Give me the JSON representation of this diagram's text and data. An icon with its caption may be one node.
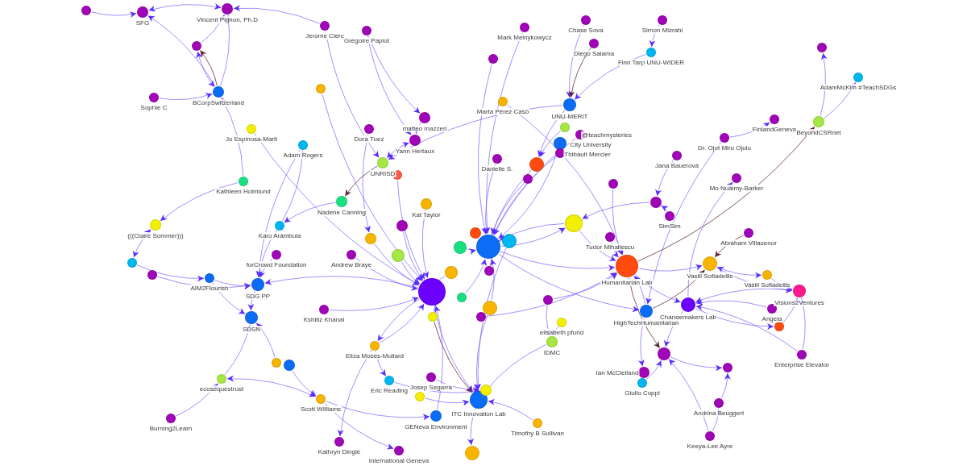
{
  "diagram": {
    "nodes": [
      {
        "text": [],
        "shape": "circle"
      },
      {
        "text": [],
        "shape": "circle",
        "beside": [
          "SFG"
        ]
      },
      {
        "text": [],
        "shape": "circle",
        "beside": [
          "Vincent Pignon, Ph.D"
        ]
      },
      {
        "text": [],
        "shape": "circle",
        "beside": [
          "Jerome Clerc"
        ]
      },
      {
        "text": [],
        "shape": "circle",
        "beside": [
          "Grégoire Papiot"
        ]
      },
      {
        "text": [],
        "shape": "circle"
      },
      {
        "text": [],
        "shape": "circle",
        "beside": [
          "Sophie C"
        ]
      },
      {
        "text": [],
        "shape": "circle",
        "beside": [
          "BCorpSwitzerland"
        ]
      },
      {
        "text": [],
        "shape": "circle"
      },
      {
        "text": [],
        "shape": "circle",
        "beside": [
          "Jo Espinosa-Marti"
        ]
      },
      {
        "text": [],
        "shape": "circle",
        "beside": [
          "Adam Rogers"
        ]
      },
      {
        "text": [],
        "shape": "circle",
        "beside": [
          "Kathleen Holmlund"
        ]
      },
      {
        "text": [],
        "shape": "circle",
        "beside": [
          "(((Claire Sommer)))"
        ]
      },
      {
        "text": [],
        "shape": "circle",
        "beside": [
          "Karo Arámbula"
        ]
      },
      {
        "text": [],
        "shape": "circle",
        "beside": [
          "Dora Tuez"
        ]
      },
      {
        "text": [],
        "shape": "circle",
        "beside": [
          "matteo mazzeri"
        ]
      },
      {
        "text": [],
        "shape": "circle",
        "beside": [
          "Yann Hertaux"
        ]
      },
      {
        "text": [],
        "shape": "circle",
        "beside": [
          "UNRISD"
        ]
      },
      {
        "text": [],
        "shape": "circle"
      },
      {
        "text": [],
        "shape": "circle",
        "beside": [
          "Nadene Canning"
        ]
      },
      {
        "text": [],
        "shape": "circle",
        "beside": [
          "Kat Taylor"
        ]
      },
      {
        "text": [],
        "shape": "circle"
      },
      {
        "text": [],
        "shape": "circle"
      },
      {
        "text": [],
        "shape": "circle",
        "beside": [
          "forCrowd Foundation"
        ]
      },
      {
        "text": [],
        "shape": "circle",
        "beside": [
          "Andrew Braye"
        ]
      },
      {
        "text": [],
        "shape": "circle"
      },
      {
        "text": [],
        "shape": "circle",
        "beside": [
          "Mark Melnykowycz"
        ]
      },
      {
        "text": [],
        "shape": "circle"
      },
      {
        "text": [],
        "shape": "circle",
        "beside": [
          "Chase Sova"
        ]
      },
      {
        "text": [],
        "shape": "circle",
        "beside": [
          "Diego Salama"
        ]
      },
      {
        "text": [],
        "shape": "circle",
        "beside": [
          "Simon Mizrahi"
        ]
      },
      {
        "text": [],
        "shape": "circle",
        "beside": [
          "Finn Tarp UNU-WIDER"
        ]
      },
      {
        "text": [],
        "shape": "circle",
        "beside": [
          "Marta Pérez Casó"
        ]
      },
      {
        "text": [],
        "shape": "circle",
        "beside": [
          "UNU-MERIT"
        ]
      },
      {
        "text": [],
        "shape": "circle"
      },
      {
        "text": [],
        "shape": "circle",
        "beside": [
          "@teachmysteries"
        ]
      },
      {
        "text": [],
        "shape": "circle",
        "beside": [
          "City University"
        ]
      },
      {
        "text": [],
        "shape": "circle",
        "beside": [
          "Thibault Mercier"
        ]
      },
      {
        "text": [],
        "shape": "circle",
        "beside": [
          "Danielle S."
        ]
      },
      {
        "text": [],
        "shape": "circle"
      },
      {
        "text": [],
        "shape": "circle"
      },
      {
        "text": [],
        "shape": "circle"
      },
      {
        "text": [],
        "shape": "circle",
        "beside": [
          "Jana Bauerová"
        ]
      },
      {
        "text": [],
        "shape": "circle",
        "beside": [
          "Dr. Ojot Miru Ojulu"
        ]
      },
      {
        "text": [],
        "shape": "circle",
        "beside": [
          "FinlandGeneva"
        ]
      },
      {
        "text": [],
        "shape": "circle"
      },
      {
        "text": [],
        "shape": "circle",
        "beside": [
          "AdamMcKim #TeachSDGs"
        ]
      },
      {
        "text": [],
        "shape": "circle",
        "beside": [
          "BeyondCSRnet"
        ]
      },
      {
        "text": [],
        "shape": "circle",
        "beside": [
          "Mo Nuaimy-Barker"
        ]
      },
      {
        "text": [],
        "shape": "circle"
      },
      {
        "text": [],
        "shape": "circle",
        "beside": [
          "SimSim"
        ]
      },
      {
        "text": [],
        "shape": "circle"
      },
      {
        "text": [],
        "shape": "circle",
        "beside": [
          "Tudor Mihailescu"
        ]
      },
      {
        "text": [],
        "shape": "circle",
        "beside": [
          "Abraham Villasenor"
        ]
      },
      {
        "text": [],
        "shape": "circle",
        "beside": [
          "Humanitarian Lab"
        ]
      },
      {
        "text": [],
        "shape": "circle",
        "beside": [
          "Vasili Sofiadellis"
        ]
      },
      {
        "text": [],
        "shape": "circle",
        "beside": [
          "Vasili Sofiadellis"
        ]
      },
      {
        "text": [],
        "shape": "circle",
        "beside": [
          "Visions2Ventures"
        ]
      },
      {
        "text": [],
        "shape": "circle",
        "beside": [
          "Changemakers Lab"
        ]
      },
      {
        "text": [],
        "shape": "circle",
        "beside": [
          "Angela"
        ]
      },
      {
        "text": [],
        "shape": "circle"
      },
      {
        "text": [],
        "shape": "circle",
        "beside": [
          "HighTechHumanitarian"
        ]
      },
      {
        "text": [],
        "shape": "circle",
        "beside": [
          "Enterprise Elevator"
        ]
      },
      {
        "text": [],
        "shape": "circle"
      },
      {
        "text": [],
        "shape": "circle",
        "beside": [
          "Ian McClelland"
        ]
      },
      {
        "text": [],
        "shape": "circle",
        "beside": [
          "Giulio Coppi"
        ]
      },
      {
        "text": [],
        "shape": "circle"
      },
      {
        "text": [],
        "shape": "circle",
        "beside": [
          "Andrina Beuggert"
        ]
      },
      {
        "text": [],
        "shape": "circle",
        "beside": [
          "Keeya-Lee Ayre"
        ]
      },
      {
        "text": [],
        "shape": "circle"
      },
      {
        "text": [],
        "shape": "circle"
      },
      {
        "text": [],
        "shape": "circle",
        "beside": [
          "AIM2Flourish"
        ]
      },
      {
        "text": [],
        "shape": "circle",
        "beside": [
          "SDG PP"
        ]
      },
      {
        "text": [],
        "shape": "circle",
        "beside": [
          "SDSN"
        ]
      },
      {
        "text": [],
        "shape": "circle",
        "beside": [
          "Kshitiz Khanal"
        ]
      },
      {
        "text": [],
        "shape": "circle"
      },
      {
        "text": [],
        "shape": "circle"
      },
      {
        "text": [],
        "shape": "circle",
        "beside": [
          "ecosequestrust"
        ]
      },
      {
        "text": [],
        "shape": "circle",
        "beside": [
          "Burning2Learn"
        ]
      },
      {
        "text": [],
        "shape": "circle",
        "beside": [
          "Scott Williams"
        ]
      },
      {
        "text": [],
        "shape": "circle",
        "beside": [
          "Kathryn Dingle"
        ]
      },
      {
        "text": [],
        "shape": "circle",
        "beside": [
          "International Geneva"
        ]
      },
      {
        "text": [],
        "shape": "circle"
      },
      {
        "text": [],
        "shape": "circle"
      },
      {
        "text": [],
        "shape": "circle"
      },
      {
        "text": [],
        "shape": "circle"
      },
      {
        "text": [],
        "shape": "circle"
      },
      {
        "text": [],
        "shape": "circle"
      },
      {
        "text": [],
        "shape": "circle"
      },
      {
        "text": [],
        "shape": "circle"
      },
      {
        "text": [],
        "shape": "circle"
      },
      {
        "text": [],
        "shape": "circle"
      },
      {
        "text": [],
        "shape": "circle"
      },
      {
        "text": [],
        "shape": "circle"
      },
      {
        "text": [],
        "shape": "circle",
        "beside": [
          "elisabeth pfund"
        ]
      },
      {
        "text": [],
        "shape": "circle",
        "beside": [
          "IDMC"
        ]
      },
      {
        "text": [],
        "shape": "circle",
        "beside": [
          "Eliza Moses-Mullard"
        ]
      },
      {
        "text": [],
        "shape": "circle",
        "beside": [
          "Eric Reading"
        ]
      },
      {
        "text": [],
        "shape": "circle",
        "beside": [
          "Josep Segarra"
        ]
      },
      {
        "text": [],
        "shape": "circle"
      },
      {
        "text": [],
        "shape": "circle",
        "beside": [
          "ITC Innovation Lab"
        ]
      },
      {
        "text": [],
        "shape": "circle"
      },
      {
        "text": [],
        "shape": "circle",
        "beside": [
          "GENeva Environment"
        ]
      },
      {
        "text": [],
        "shape": "circle",
        "beside": [
          "Timothy B Sullivan"
        ]
      },
      {
        "text": [],
        "shape": "circle"
      }
    ],
    "edges": [
      {
        "from": 0,
        "to": 1,
        "arrow": "to"
      },
      {
        "from": 2,
        "to": 1,
        "arrow": "both"
      },
      {
        "from": 3,
        "to": 2,
        "arrow": "to"
      },
      {
        "from": 5,
        "to": 2,
        "arrow": "to"
      },
      {
        "from": 7,
        "to": 1,
        "arrow": "to"
      },
      {
        "from": 7,
        "to": 2,
        "arrow": "to"
      },
      {
        "from": 5,
        "to": 7,
        "arrow": "both"
      },
      {
        "from": 7,
        "to": 5,
        "arrow": "to",
        "color": "#5c2333"
      },
      {
        "from": 6,
        "to": 7,
        "arrow": "to"
      },
      {
        "from": 11,
        "to": 7,
        "arrow": "to"
      },
      {
        "from": 11,
        "to": 12,
        "arrow": "to"
      },
      {
        "from": 9,
        "to": 82,
        "arrow": "to"
      },
      {
        "from": 13,
        "to": 10,
        "arrow": "to"
      },
      {
        "from": 4,
        "to": 15,
        "arrow": "to"
      },
      {
        "from": 3,
        "to": 17,
        "arrow": "to"
      },
      {
        "from": 4,
        "to": 16,
        "arrow": "to"
      },
      {
        "from": 15,
        "to": 16,
        "arrow": "to"
      },
      {
        "from": 16,
        "to": 17,
        "arrow": "both"
      },
      {
        "from": 14,
        "to": 22,
        "arrow": "to"
      },
      {
        "from": 17,
        "to": 19,
        "arrow": "to",
        "color": "#5c2333"
      },
      {
        "from": 19,
        "to": 13,
        "arrow": "to"
      },
      {
        "from": 13,
        "to": 72,
        "arrow": "to"
      },
      {
        "from": 12,
        "to": 69,
        "arrow": "both"
      },
      {
        "from": 69,
        "to": 71,
        "arrow": "to"
      },
      {
        "from": 70,
        "to": 72,
        "arrow": "to"
      },
      {
        "from": 71,
        "to": 72,
        "arrow": "to"
      },
      {
        "from": 71,
        "to": 73,
        "arrow": "to"
      },
      {
        "from": 72,
        "to": 73,
        "arrow": "to"
      },
      {
        "from": 77,
        "to": 73,
        "arrow": "to"
      },
      {
        "from": 78,
        "to": 77,
        "arrow": "to"
      },
      {
        "from": 79,
        "to": 77,
        "arrow": "both"
      },
      {
        "from": 76,
        "to": 79,
        "arrow": "to"
      },
      {
        "from": 75,
        "to": 73,
        "arrow": "to"
      },
      {
        "from": 23,
        "to": 72,
        "arrow": "to"
      },
      {
        "from": 82,
        "to": 72,
        "arrow": "to"
      },
      {
        "from": 27,
        "to": 84,
        "arrow": "to"
      },
      {
        "from": 26,
        "to": 84,
        "arrow": "to"
      },
      {
        "from": 28,
        "to": 33,
        "arrow": "to"
      },
      {
        "from": 29,
        "to": 33,
        "arrow": "to",
        "color": "#5c2333"
      },
      {
        "from": 30,
        "to": 31,
        "arrow": "to"
      },
      {
        "from": 31,
        "to": 33,
        "arrow": "to"
      },
      {
        "from": 33,
        "to": 39,
        "arrow": "to"
      },
      {
        "from": 33,
        "to": 17,
        "arrow": "to"
      },
      {
        "from": 32,
        "to": 54,
        "arrow": "to"
      },
      {
        "from": 38,
        "to": 84,
        "arrow": "to"
      },
      {
        "from": 42,
        "to": 49,
        "arrow": "to"
      },
      {
        "from": 43,
        "to": 44,
        "arrow": "to"
      },
      {
        "from": 43,
        "to": 61,
        "arrow": "to"
      },
      {
        "from": 58,
        "to": 48,
        "arrow": "to"
      },
      {
        "from": 47,
        "to": 45,
        "arrow": "to"
      },
      {
        "from": 47,
        "to": 46,
        "arrow": "to"
      },
      {
        "from": 54,
        "to": 47,
        "arrow": "to",
        "color": "#5c2333"
      },
      {
        "from": 50,
        "to": 49,
        "arrow": "to"
      },
      {
        "from": 55,
        "to": 56,
        "arrow": "both"
      },
      {
        "from": 56,
        "to": 57,
        "arrow": "to"
      },
      {
        "from": 55,
        "to": 57,
        "arrow": "to"
      },
      {
        "from": 60,
        "to": 57,
        "arrow": "to"
      },
      {
        "from": 62,
        "to": 57,
        "arrow": "to"
      },
      {
        "from": 62,
        "to": 58,
        "arrow": "to"
      },
      {
        "from": 58,
        "to": 60,
        "arrow": "to"
      },
      {
        "from": 61,
        "to": 55,
        "arrow": "to",
        "color": "#5c2333"
      },
      {
        "from": 63,
        "to": 66,
        "arrow": "to"
      },
      {
        "from": 67,
        "to": 66,
        "arrow": "to"
      },
      {
        "from": 68,
        "to": 67,
        "arrow": "to"
      },
      {
        "from": 68,
        "to": 63,
        "arrow": "to"
      },
      {
        "from": 54,
        "to": 55,
        "arrow": "to"
      },
      {
        "from": 54,
        "to": 58,
        "arrow": "to"
      },
      {
        "from": 54,
        "to": 63,
        "arrow": "to",
        "color": "#5c2333"
      },
      {
        "from": 61,
        "to": 64,
        "arrow": "to"
      },
      {
        "from": 58,
        "to": 63,
        "arrow": "to"
      },
      {
        "from": 96,
        "to": 97,
        "arrow": "to"
      },
      {
        "from": 96,
        "to": 80,
        "arrow": "to"
      },
      {
        "from": 96,
        "to": 82,
        "arrow": "to"
      },
      {
        "from": 79,
        "to": 81,
        "arrow": "to"
      },
      {
        "from": 79,
        "to": 102,
        "arrow": "to"
      },
      {
        "from": 103,
        "to": 100,
        "arrow": "to"
      },
      {
        "from": 94,
        "to": 95,
        "arrow": "to"
      },
      {
        "from": 93,
        "to": 95,
        "arrow": "to"
      },
      {
        "from": 100,
        "to": 104,
        "arrow": "to"
      },
      {
        "from": 20,
        "to": 82,
        "arrow": "to"
      },
      {
        "from": 21,
        "to": 82,
        "arrow": "to"
      },
      {
        "from": 25,
        "to": 82,
        "arrow": "to"
      },
      {
        "from": 87,
        "to": 82,
        "arrow": "to"
      },
      {
        "from": 90,
        "to": 82,
        "arrow": "to"
      },
      {
        "from": 24,
        "to": 82,
        "arrow": "to"
      },
      {
        "from": 74,
        "to": 82,
        "arrow": "to"
      },
      {
        "from": 83,
        "to": 84,
        "arrow": "to"
      },
      {
        "from": 85,
        "to": 84,
        "arrow": "to"
      },
      {
        "from": 51,
        "to": 84,
        "arrow": "to"
      },
      {
        "from": 39,
        "to": 84,
        "arrow": "to"
      },
      {
        "from": 36,
        "to": 84,
        "arrow": "to"
      },
      {
        "from": 37,
        "to": 84,
        "arrow": "to"
      },
      {
        "from": 40,
        "to": 84,
        "arrow": "to"
      },
      {
        "from": 88,
        "to": 84,
        "arrow": "to"
      },
      {
        "from": 91,
        "to": 84,
        "arrow": "to"
      },
      {
        "from": 84,
        "to": 54,
        "arrow": "to"
      },
      {
        "from": 51,
        "to": 54,
        "arrow": "to"
      },
      {
        "from": 52,
        "to": 54,
        "arrow": "to"
      },
      {
        "from": 93,
        "to": 54,
        "arrow": "to"
      },
      {
        "from": 61,
        "to": 54,
        "arrow": "to"
      },
      {
        "from": 41,
        "to": 54,
        "arrow": "to"
      },
      {
        "from": 53,
        "to": 55,
        "arrow": "to",
        "color": "#5c2333"
      },
      {
        "from": 91,
        "to": 100,
        "arrow": "to"
      },
      {
        "from": 82,
        "to": 100,
        "arrow": "to"
      },
      {
        "from": 90,
        "to": 100,
        "arrow": "to",
        "color": "#5c2333"
      },
      {
        "from": 95,
        "to": 100,
        "arrow": "to"
      },
      {
        "from": 85,
        "to": 100,
        "arrow": "to"
      },
      {
        "from": 98,
        "to": 101,
        "arrow": "to"
      },
      {
        "from": 99,
        "to": 100,
        "arrow": "to"
      },
      {
        "from": 102,
        "to": 82,
        "arrow": "to"
      },
      {
        "from": 84,
        "to": 51,
        "arrow": "to"
      },
      {
        "from": 34,
        "to": 39,
        "arrow": "to"
      },
      {
        "from": 35,
        "to": 84,
        "arrow": "to"
      },
      {
        "from": 18,
        "to": 82,
        "arrow": "to"
      },
      {
        "from": 22,
        "to": 82,
        "arrow": "to"
      },
      {
        "from": 89,
        "to": 84,
        "arrow": "to"
      },
      {
        "from": 92,
        "to": 54,
        "arrow": "to"
      },
      {
        "from": 84,
        "to": 61,
        "arrow": "to"
      },
      {
        "from": 82,
        "to": 96,
        "arrow": "to"
      },
      {
        "from": 65,
        "to": 63,
        "arrow": "to"
      },
      {
        "from": 97,
        "to": 101,
        "arrow": "to"
      },
      {
        "from": 10,
        "to": 72,
        "arrow": "to"
      },
      {
        "from": 8,
        "to": 82,
        "arrow": "to"
      },
      {
        "from": 49,
        "to": 51,
        "arrow": "to"
      },
      {
        "from": 59,
        "to": 58,
        "arrow": "to"
      },
      {
        "from": 57,
        "to": 58,
        "arrow": "to"
      }
    ]
  }
}
